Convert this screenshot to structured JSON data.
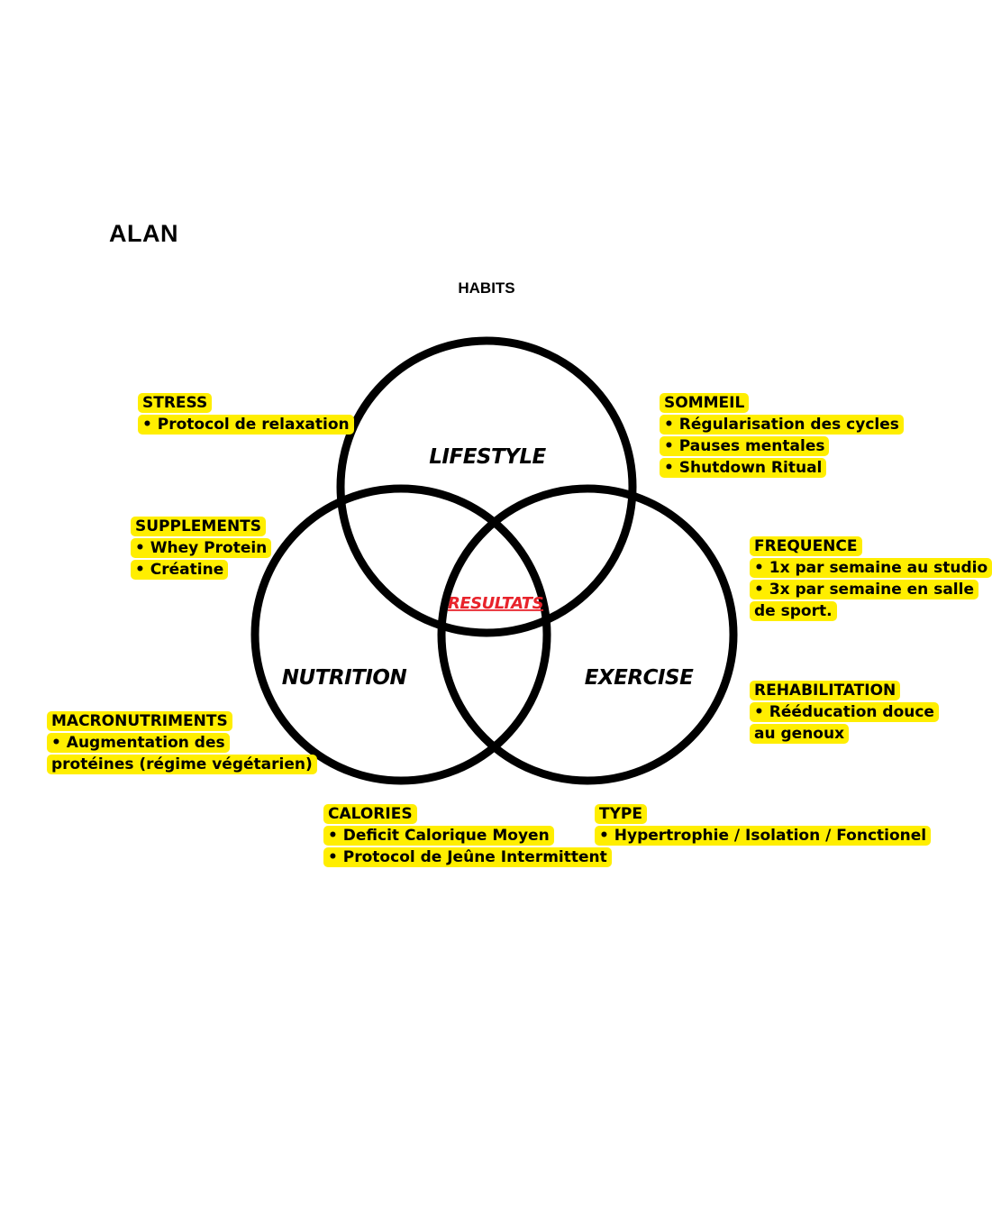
{
  "title": "ALAN",
  "header_label": "HABITS",
  "colors": {
    "highlight": "#ffee00",
    "circle_stroke": "#000000",
    "center_label": "#e8232b"
  },
  "circles": {
    "lifestyle": "LIFESTYLE",
    "nutrition": "NUTRITION",
    "exercise": "EXERCISE",
    "center": "RESULTATS"
  },
  "notes": {
    "stress": {
      "heading": "STRESS",
      "lines": [
        "• Protocol de relaxation"
      ]
    },
    "sommeil": {
      "heading": "SOMMEIL",
      "lines": [
        "• Régularisation des cycles",
        "• Pauses mentales",
        "• Shutdown Ritual"
      ]
    },
    "supplements": {
      "heading": "SUPPLEMENTS",
      "lines": [
        "• Whey Protein",
        "• Créatine"
      ]
    },
    "frequence": {
      "heading": "FREQUENCE",
      "lines": [
        "• 1x par semaine au studio",
        "• 3x par semaine en salle",
        "de sport."
      ]
    },
    "rehabilitation": {
      "heading": "REHABILITATION",
      "lines": [
        "• Rééducation douce",
        "au genoux"
      ]
    },
    "macronutriments": {
      "heading": "MACRONUTRIMENTS",
      "lines": [
        "• Augmentation des",
        "protéines (régime végétarien)"
      ]
    },
    "calories": {
      "heading": "CALORIES",
      "lines": [
        "• Deficit Calorique Moyen",
        "• Protocol de Jeûne Intermittent"
      ]
    },
    "type": {
      "heading": "TYPE",
      "lines": [
        "• Hypertrophie / Isolation / Fonctionel"
      ]
    }
  }
}
